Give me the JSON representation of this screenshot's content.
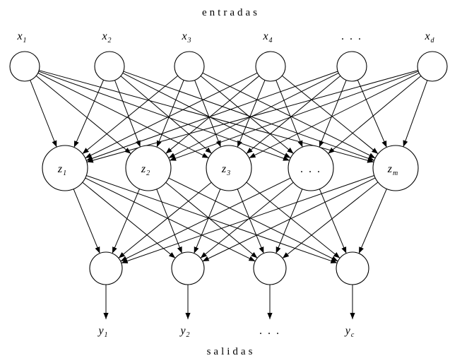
{
  "title_top": "entradas",
  "title_bottom": "salidas",
  "input_labels": [
    {
      "base": "x",
      "sub": "1"
    },
    {
      "base": "x",
      "sub": "2"
    },
    {
      "base": "x",
      "sub": "3"
    },
    {
      "base": "x",
      "sub": "4"
    },
    {
      "base": "...",
      "sub": ""
    },
    {
      "base": "x",
      "sub": "d"
    }
  ],
  "hidden_labels": [
    {
      "base": "z",
      "sub": "1"
    },
    {
      "base": "z",
      "sub": "2"
    },
    {
      "base": "z",
      "sub": "3"
    },
    {
      "base": "...",
      "sub": ""
    },
    {
      "base": "z",
      "sub": "m"
    }
  ],
  "output_labels": [
    {
      "base": "y",
      "sub": "1"
    },
    {
      "base": "y",
      "sub": "2"
    },
    {
      "base": "...",
      "sub": ""
    },
    {
      "base": "y",
      "sub": "c"
    }
  ]
}
